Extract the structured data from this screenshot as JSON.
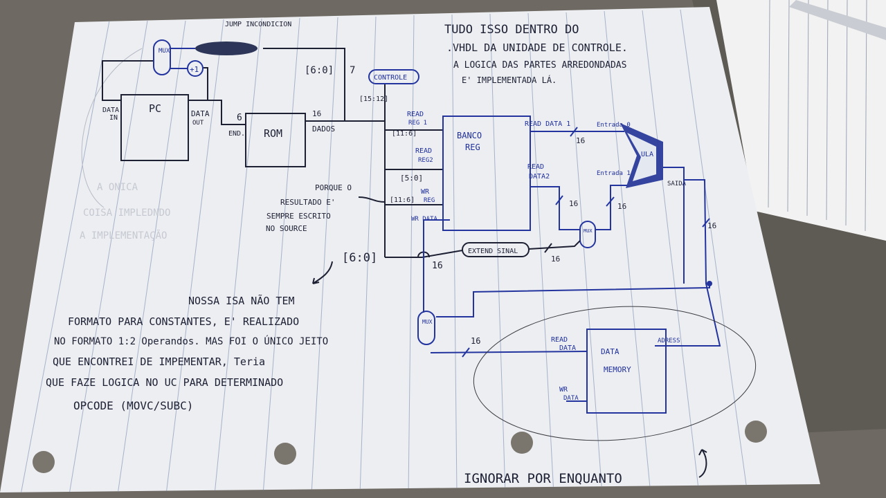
{
  "title_note": {
    "line1": "TUDO ISSO DENTRO DO",
    "line2": ".VHDL DA UNIDADE DE CONTROLE.",
    "line3": "A LOGICA DAS PARTES ARREDONDADAS",
    "line4": "E' IMPLEMENTADA LÁ."
  },
  "labels": {
    "jump": "JUMP INCONDICION",
    "mux": "MUX",
    "plus_one": "+1",
    "pc": "PC",
    "data_in_1": "DATA",
    "data_in_2": "IN",
    "data_out_1": "DATA",
    "data_out_2": "OUT",
    "end": "END.",
    "rom": "ROM",
    "dados": "DADOS",
    "bits_6": "6",
    "bits_16_rom": "16",
    "slice_6_0_top": "[6:0]",
    "seven": "7",
    "controle": "CONTROLE",
    "slice_15_12": "[15:12]",
    "read_reg1_1": "READ",
    "read_reg1_2": "REG 1",
    "slice_11_6_a": "[11:6]",
    "read_reg2_1": "READ",
    "read_reg2_2": "REG2",
    "slice_5_0": "[5:0]",
    "wr_reg_1": "WR",
    "wr_reg_2": "REG",
    "slice_11_6_b": "[11:6]",
    "wr_data": "WR DATA",
    "banco_1": "BANCO",
    "banco_2": "REG",
    "read_data1": "READ DATA 1",
    "read_data2_1": "READ",
    "read_data2_2": "DATA2",
    "entrada0": "Entrada 0",
    "entrada1": "Entrada 1",
    "ula": "ULA",
    "saida": "SAIDA",
    "bits_16_a": "16",
    "bits_16_b": "16",
    "bits_16_c": "16",
    "bits_16_d": "16",
    "bits_16_e": "16",
    "bits_16_f": "16",
    "bits_16_g": "16",
    "extend": "EXTEND SINAL",
    "slice_6_0_mid": "[6:0]",
    "data_memory_1": "DATA",
    "data_memory_2": "MEMORY",
    "read_data_1": "READ",
    "read_data_2": "DATA",
    "address": "ADRESS",
    "wr_data_mem_1": "WR",
    "wr_data_mem_2": "DATA"
  },
  "porque_note": {
    "line1": "PORQUE O",
    "line2": "RESULTADO E'",
    "line3": "SEMPRE ESCRITO",
    "line4": "NO SOURCE"
  },
  "isa_note": {
    "line1": "NOSSA ISA NÃO TEM",
    "line2": "FORMATO PARA CONSTANTES, E' REALIZADO",
    "line3": "NO FORMATO 1:2 Operandos. MAS FOI O ÚNICO JEITO",
    "line4": "QUE ENCONTREI DE IMPEMENTAR, Teria",
    "line5": "QUE FAZE LOGICA NO UC PARA DETERMINADO",
    "line6": "OPCODE (MOVC/SUBC)"
  },
  "ignore_note": "IGNORAR POR ENQUANTO",
  "colors": {
    "ink_black": "#1d1f33",
    "ink_blue": "#23349e",
    "paper": "#eef0f3",
    "wood": "#6f6a62"
  }
}
